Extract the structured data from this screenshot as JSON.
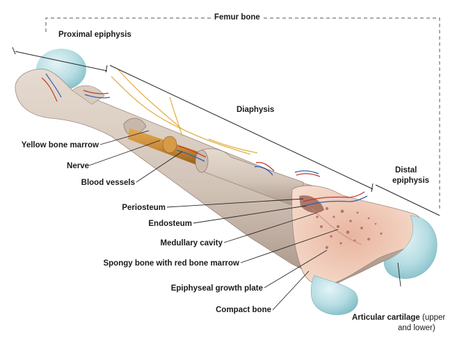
{
  "diagram": {
    "brackets": {
      "femur_bone": "Femur bone",
      "proximal_epiphysis": "Proximal epiphysis",
      "diaphysis": "Diaphysis",
      "distal_epiphysis_line1": "Distal",
      "distal_epiphysis_line2": "epiphysis"
    },
    "labels": {
      "yellow_bone_marrow": "Yellow bone marrow",
      "nerve": "Nerve",
      "blood_vessels": "Blood vessels",
      "periosteum": "Periosteum",
      "endosteum": "Endosteum",
      "medullary_cavity": "Medullary cavity",
      "spongy_bone": "Spongy bone with red bone marrow",
      "growth_plate": "Epiphyseal growth plate",
      "compact_bone": "Compact bone",
      "articular_cartilage_bold": "Articular cartilage",
      "articular_cartilage_rest1": " (upper",
      "articular_cartilage_rest2": "and lower)"
    },
    "colors": {
      "bone_surface": "#d6c8bd",
      "bone_shadow": "#b7a497",
      "cartilage": "#a9d8de",
      "marrow_yellow": "#c98c3a",
      "spongy_pink": "#f1c9b4",
      "nerve": "#e0b24a",
      "vessel_red": "#c0392b",
      "vessel_blue": "#2f5fb0",
      "leader_line": "#222222",
      "bracket_dash": "#555555"
    }
  }
}
